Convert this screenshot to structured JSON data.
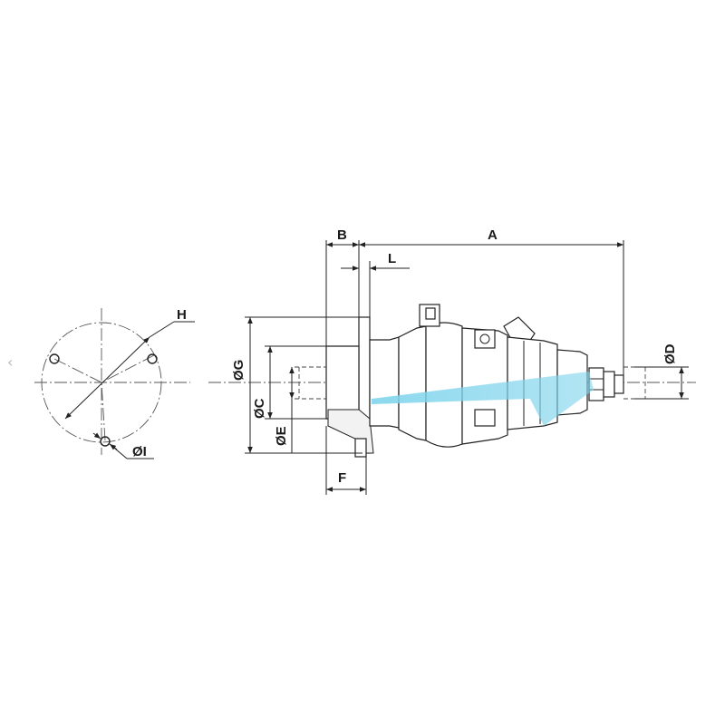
{
  "nav": {
    "prev_glyph": "‹"
  },
  "dimensions": {
    "A": "A",
    "B": "B",
    "L": "L",
    "D": "ØD",
    "G": "ØG",
    "C": "ØC",
    "E": "ØE",
    "F": "F",
    "H": "H",
    "I": "ØI"
  },
  "colors": {
    "line": "#222222",
    "highlight": "#7fd4ec"
  }
}
